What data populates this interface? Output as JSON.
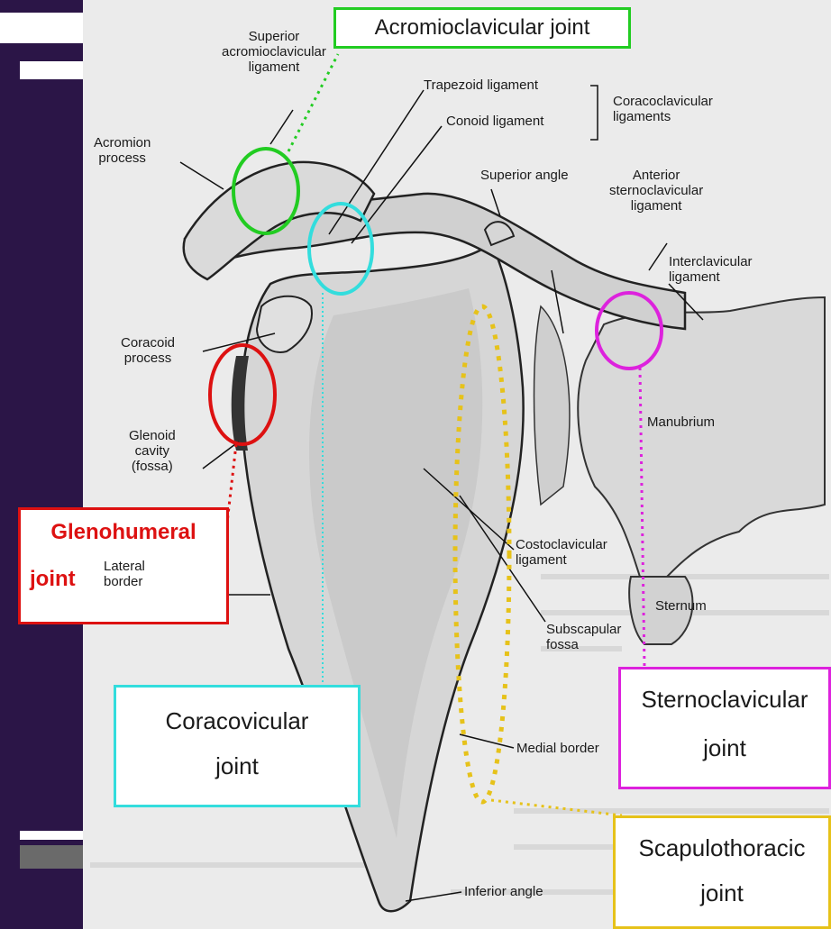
{
  "labels": {
    "superior_acromioclavicular_ligament": [
      "Superior",
      "acromioclavicular",
      "ligament"
    ],
    "acromion_process": [
      "Acromion",
      "process"
    ],
    "trapezoid_ligament": "Trapezoid ligament",
    "conoid_ligament": "Conoid ligament",
    "coracoclavicular_ligaments": [
      "Coracoclavicular",
      "ligaments"
    ],
    "superior_angle": "Superior angle",
    "anterior_sternoclavicular_ligament": [
      "Anterior",
      "sternoclavicular",
      "ligament"
    ],
    "interclavicular_ligament": [
      "Interclavicular",
      "ligament"
    ],
    "coracoid_process": [
      "Coracoid",
      "process"
    ],
    "glenoid_cavity": [
      "Glenoid",
      "cavity",
      "(fossa)"
    ],
    "manubrium": "Manubrium",
    "costoclavicular_ligament": [
      "Costoclavicular",
      "ligament"
    ],
    "lateral_border": [
      "Lateral",
      "border"
    ],
    "sternum": "Sternum",
    "subscapular_fossa": [
      "Subscapular",
      "fossa"
    ],
    "medial_border": "Medial border",
    "inferior_angle": "Inferior angle"
  },
  "callouts": {
    "acromioclavicular": {
      "text": "Acromioclavicular joint",
      "color": "#22cc22"
    },
    "glenohumeral": {
      "line1": "Glenohumeral",
      "line2": "joint",
      "color": "#dd1111"
    },
    "coracovicular": {
      "line1": "Coracovicular",
      "line2": "joint",
      "color": "#33dddd"
    },
    "sternoclavicular": {
      "line1": "Sternoclavicular",
      "line2": "joint",
      "color": "#dd22dd"
    },
    "scapulothoracic": {
      "line1": "Scapulothoracic",
      "line2": "joint",
      "color": "#e6c21a"
    }
  }
}
